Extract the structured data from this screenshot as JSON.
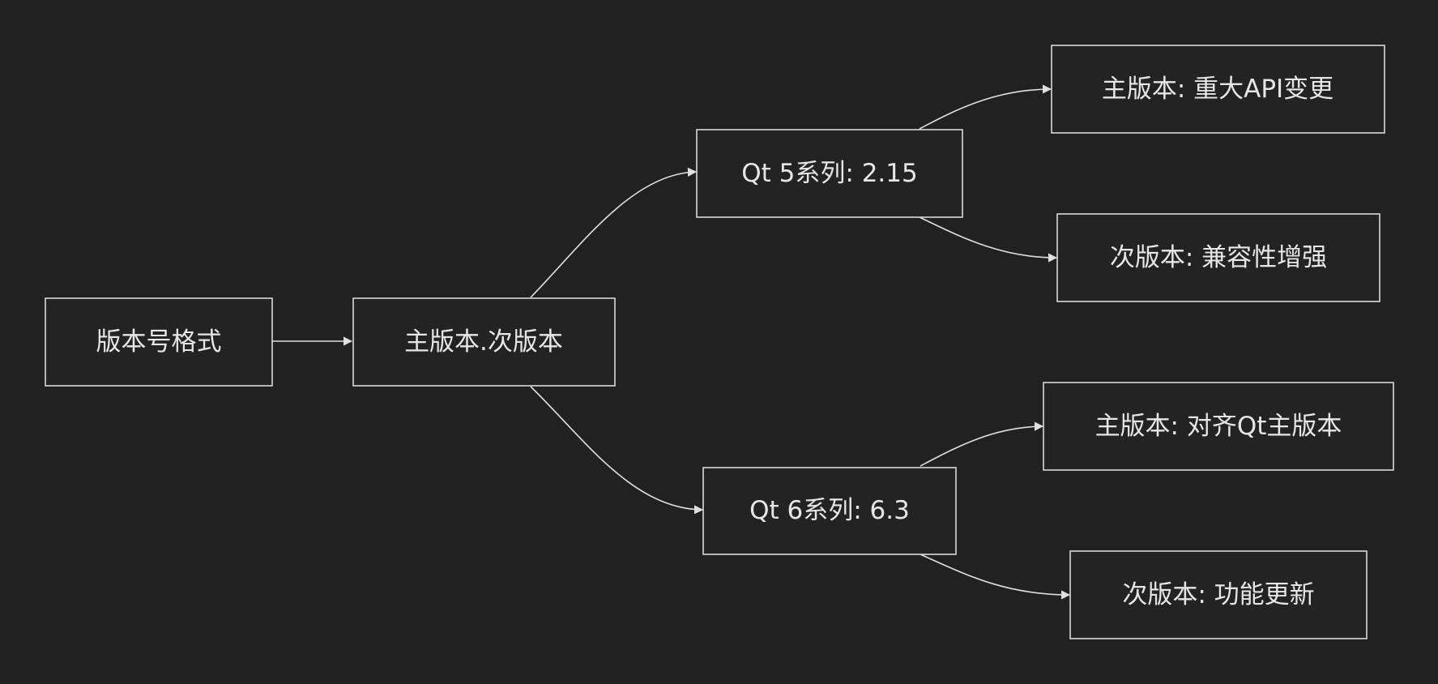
{
  "colors": {
    "background": "#212121",
    "node_fill": "#232323",
    "node_stroke": "#d9d9d9",
    "text": "#e6e6e6",
    "edge": "#e0e0e0"
  },
  "nodes": {
    "format": {
      "label": "版本号格式"
    },
    "major_minor": {
      "label": "主版本.次版本"
    },
    "qt5": {
      "label": "Qt 5系列: 2.15"
    },
    "qt6": {
      "label": "Qt 6系列: 6.3"
    },
    "qt5_major": {
      "label": "主版本: 重大API变更"
    },
    "qt5_minor": {
      "label": "次版本: 兼容性增强"
    },
    "qt6_major": {
      "label": "主版本: 对齐Qt主版本"
    },
    "qt6_minor": {
      "label": "次版本: 功能更新"
    }
  },
  "edges": [
    {
      "from": "format",
      "to": "major_minor"
    },
    {
      "from": "major_minor",
      "to": "qt5"
    },
    {
      "from": "major_minor",
      "to": "qt6"
    },
    {
      "from": "qt5",
      "to": "qt5_major"
    },
    {
      "from": "qt5",
      "to": "qt5_minor"
    },
    {
      "from": "qt6",
      "to": "qt6_major"
    },
    {
      "from": "qt6",
      "to": "qt6_minor"
    }
  ]
}
